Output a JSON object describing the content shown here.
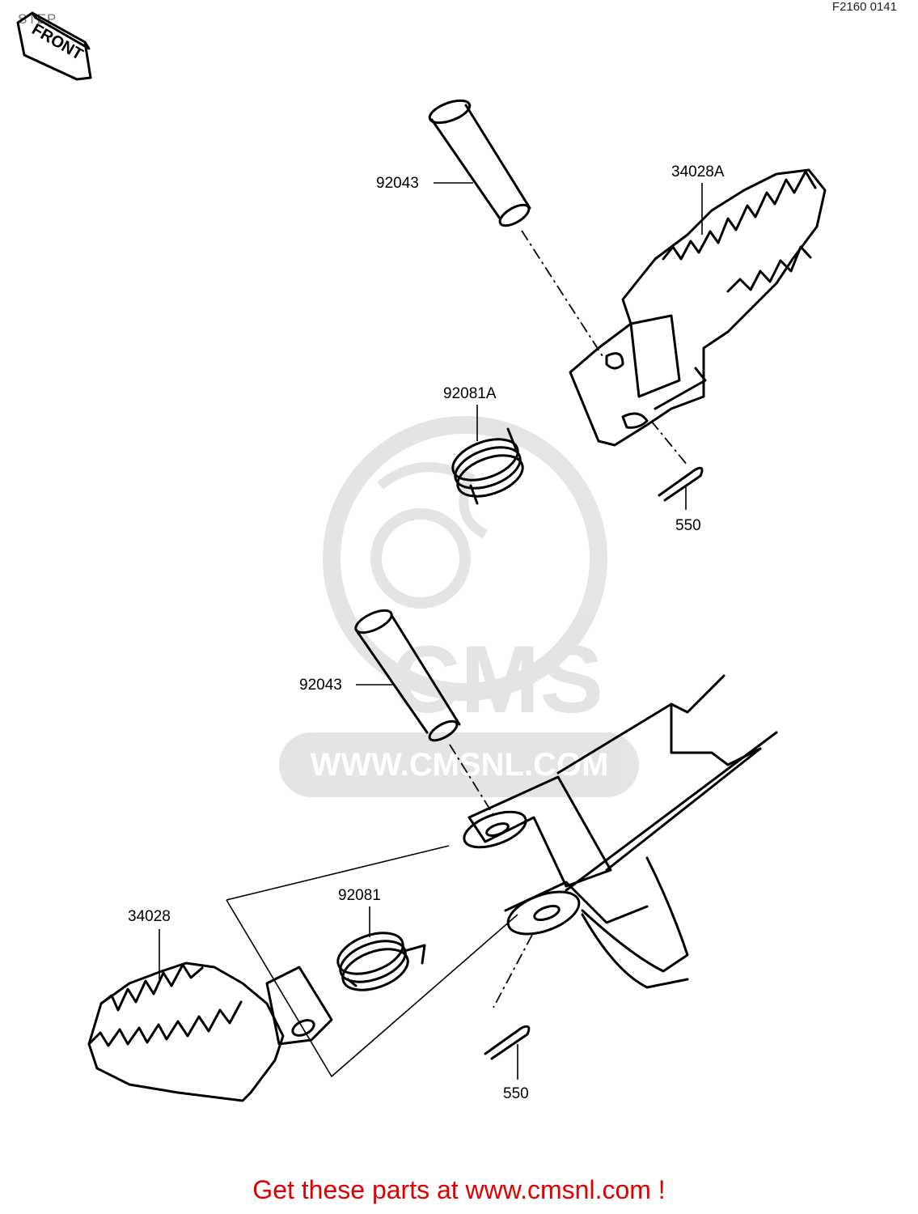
{
  "header": {
    "title": "STEP",
    "code": "F2160 0141"
  },
  "front_marker": {
    "label": "FRONT"
  },
  "callouts": [
    {
      "id": "pin-upper",
      "label": "92043"
    },
    {
      "id": "step-upper",
      "label": "34028A"
    },
    {
      "id": "spring-upper",
      "label": "92081A"
    },
    {
      "id": "cotter-upper",
      "label": "550"
    },
    {
      "id": "pin-lower",
      "label": "92043"
    },
    {
      "id": "step-lower",
      "label": "34028"
    },
    {
      "id": "spring-lower",
      "label": "92081"
    },
    {
      "id": "cotter-lower",
      "label": "550"
    }
  ],
  "watermark": {
    "brand": "CMS",
    "url": "WWW.CMSNL.COM"
  },
  "footer": {
    "text": "Get these parts at www.cmsnl.com !"
  }
}
